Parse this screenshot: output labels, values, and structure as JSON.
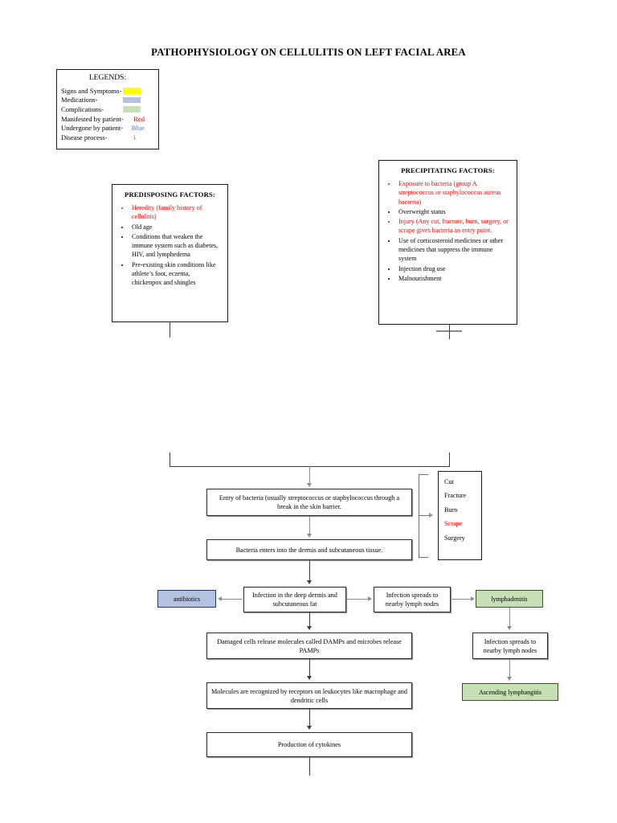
{
  "page": {
    "title": "PATHOPHYSIOLOGY ON CELLULITIS ON LEFT FACIAL AREA"
  },
  "legend": {
    "heading": "LEGENDS:",
    "items": [
      {
        "label": "Signs and Symptoms-",
        "kind": "swatch",
        "value": "",
        "color": "#ffff00"
      },
      {
        "label": "Medications-",
        "kind": "swatch",
        "value": "",
        "color": "#b3c2e0"
      },
      {
        "label": "Complications-",
        "kind": "swatch",
        "value": "",
        "color": "#c6dfb4"
      },
      {
        "label": "Manifested by patient-",
        "kind": "word",
        "value": "Red",
        "color": "#ff0000"
      },
      {
        "label": "Undergone by patient-",
        "kind": "word",
        "value": "Blue",
        "color": "#4a7ebb"
      },
      {
        "label": "Disease process-",
        "kind": "arrow",
        "value": "↓",
        "color": "#3c3c3c"
      }
    ]
  },
  "predisposing": {
    "heading": "PREDISPOSING FACTORS:",
    "items": [
      {
        "text": "Heredity (family history of cellulitis)",
        "red": true
      },
      {
        "text": "Old age",
        "red": false
      },
      {
        "text": "Conditions that weaken the immune system such as diabetes, HIV, and lymphedema",
        "red": false
      },
      {
        "text": "Pre-existing skin conditions like athlete’s foot, eczema, chickenpox and shingles",
        "red": false
      }
    ]
  },
  "precipitating": {
    "heading": "PRECIPITATING FACTORS:",
    "items": [
      {
        "text": "Exposure to bacteria (group A streptococcus or staphylococcus aureus bacteria)",
        "red": true
      },
      {
        "text": "Overweight status",
        "red": false
      },
      {
        "text": "Injury (Any cut, fracture, burn, surgery, or scrape gives bacteria an entry point.",
        "red": true
      },
      {
        "text": "Use of corticosteroid medicines or other medicines that suppress the immune system",
        "red": false
      },
      {
        "text": "Injection drug use",
        "red": false
      },
      {
        "text": "Malnourishment",
        "red": false
      }
    ]
  },
  "flow": {
    "entry": "Entry of bacteria (usually streptococcus or staphylococcus through a break in the skin barrier.",
    "dermis": "Bacteria enters into the dermis and subcutaneous tissue.",
    "infection_deep": "Infection in the deep dermis and subcutaneous fat",
    "antibiotics": "antibiotics",
    "spreads_nodes_1": "Infection spreads to nearby lymph nodes",
    "lymphadenitis": "lymphadenitis",
    "damps": "Damaged cells release molecules called DAMPs and microbes release PAMPs",
    "spreads_nodes_2": "Infection spreads to nearby lymph nodes",
    "leukocytes": "Molecules are recognized by receptors on leukocytes like macrophage and dendritic cells",
    "ascending": "Ascending lymphangitis",
    "cytokines": "Production of cytokines"
  },
  "injury_list": {
    "items": [
      {
        "text": "Cut",
        "red": false
      },
      {
        "text": "Fracture",
        "red": false
      },
      {
        "text": "Burn",
        "red": false
      },
      {
        "text": "Scrape",
        "red": true
      },
      {
        "text": "Surgery",
        "red": false
      }
    ]
  },
  "colors": {
    "medications": "#b3c2e0",
    "medications_border": "#1f3864",
    "complications": "#c6dfb4",
    "complications_border": "#375623",
    "signs": "#ffff00",
    "manifested": "#ff0000",
    "undergone": "#4a7ebb",
    "line": "#3c3c3c"
  }
}
